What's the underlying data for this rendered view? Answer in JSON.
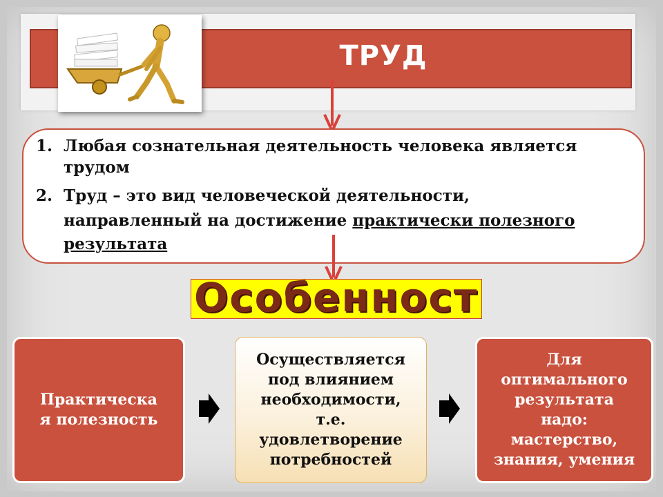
{
  "header": {
    "title": "ТРУД"
  },
  "definitions": {
    "items": [
      {
        "number": "1.",
        "lines": [
          "Любая сознательная деятельность человека является",
          "трудом"
        ]
      },
      {
        "number": "2.",
        "lines": [
          "Труд – это вид человеческой деятельности,"
        ],
        "line2_plain": "направленный на достижение ",
        "line2_underlined": "практически полезного",
        "line3_underlined": "результата"
      }
    ]
  },
  "banner": {
    "text": "Особенности"
  },
  "cards": [
    {
      "lines": [
        "Практическа",
        "я полезность"
      ]
    },
    {
      "lines": [
        "Осуществляется",
        "под влиянием",
        "необходимости,",
        "т.е.",
        "удовлетворение",
        "потребностей"
      ]
    },
    {
      "lines": [
        "Для",
        "оптимального",
        "результата",
        "надо:",
        "мастерство,",
        "знания, умения"
      ]
    }
  ],
  "colors": {
    "accent_red": "#c9513e",
    "banner_yellow": "#ffff00",
    "arrow_red": "#d9423a"
  },
  "icons": {
    "illustration": "figure-with-paper-cart",
    "flow_arrows": "chevron-right-arrow"
  }
}
